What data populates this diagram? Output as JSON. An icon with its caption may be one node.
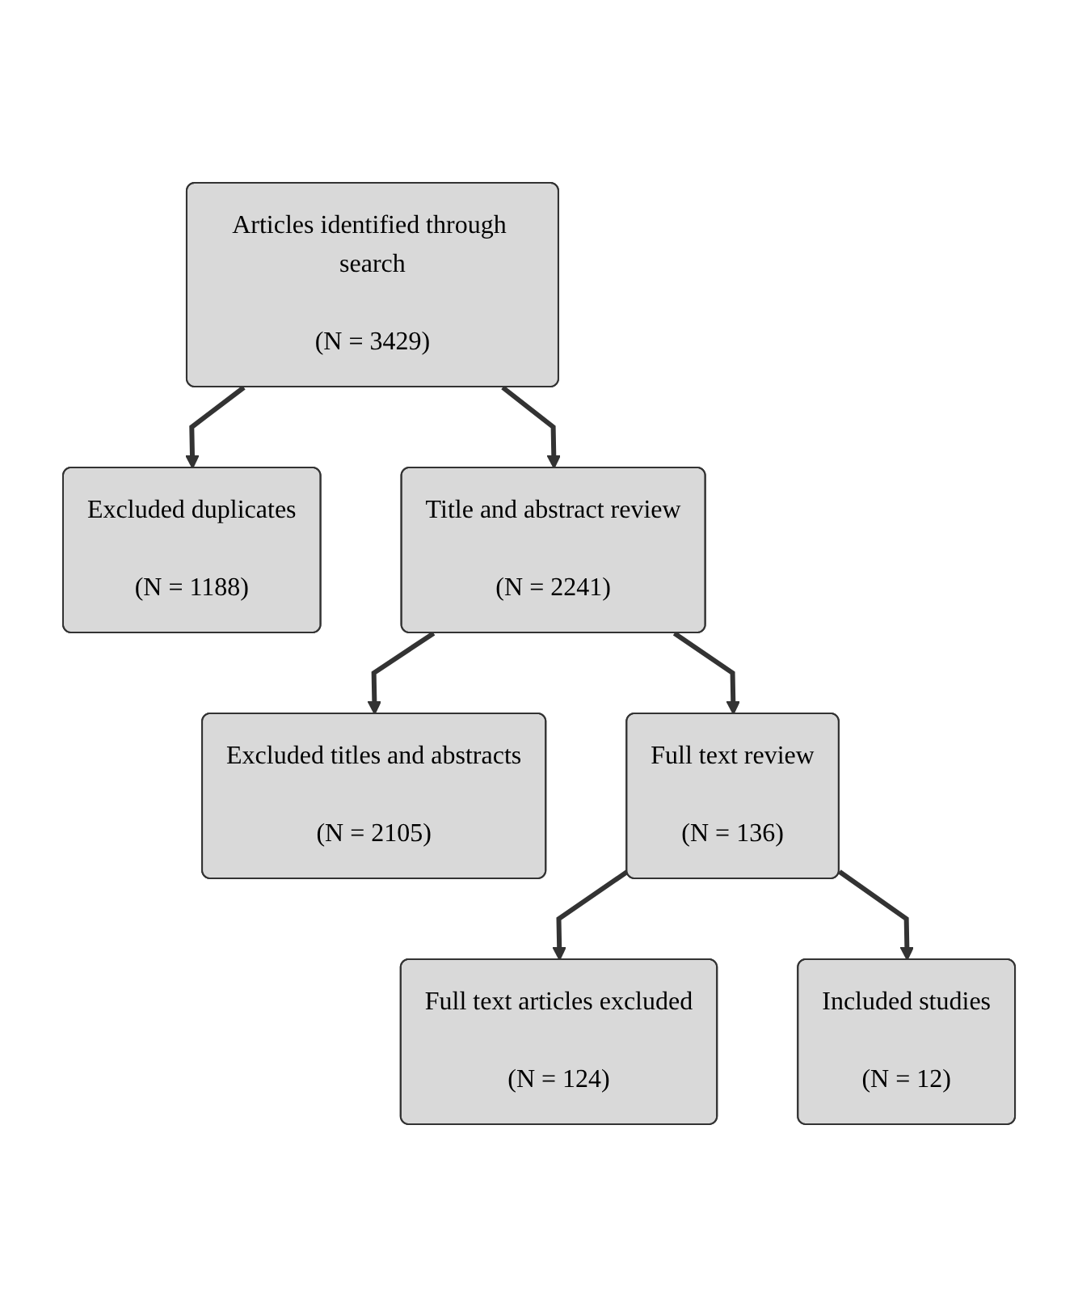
{
  "diagram": {
    "nodes": [
      {
        "text": [
          "Articles identified through search",
          "(N = 3429)"
        ]
      },
      {
        "text": [
          "Excluded duplicates",
          "(N = 1188)"
        ]
      },
      {
        "text": [
          "Title and abstract review",
          "(N = 2241)"
        ]
      },
      {
        "text": [
          "Excluded titles and abstracts",
          "(N = 2105)"
        ]
      },
      {
        "text": [
          "Full text review",
          "(N = 136)"
        ]
      },
      {
        "text": [
          "Full text articles excluded",
          "(N = 124)"
        ]
      },
      {
        "text": [
          "Included studies",
          "(N = 12)"
        ]
      }
    ],
    "edges": [
      {
        "from": 0,
        "to": 1,
        "arrow": "to"
      },
      {
        "from": 0,
        "to": 2,
        "arrow": "to"
      },
      {
        "from": 2,
        "to": 3,
        "arrow": "to"
      },
      {
        "from": 2,
        "to": 4,
        "arrow": "to"
      },
      {
        "from": 4,
        "to": 5,
        "arrow": "to"
      },
      {
        "from": 4,
        "to": 6,
        "arrow": "to"
      }
    ]
  }
}
